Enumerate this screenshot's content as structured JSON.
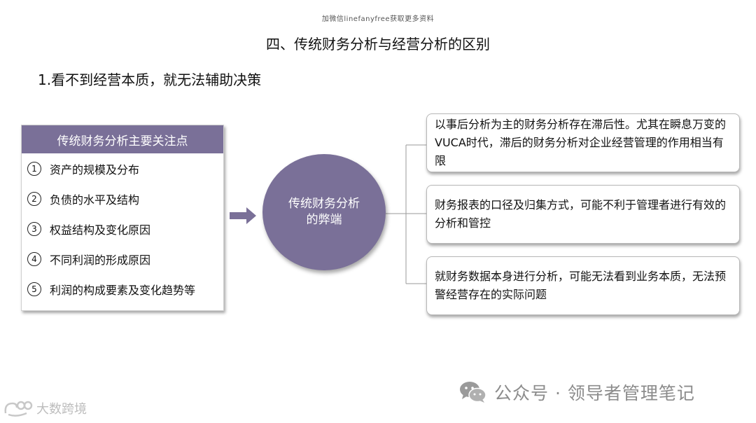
{
  "top_note": "加微信linefanyfree获取更多资料",
  "title": "四、传统财务分析与经营分析的区别",
  "subtitle": "1.看不到经营本质，就无法辅助决策",
  "list": {
    "header": "传统财务分析主要关注点",
    "items": [
      {
        "num": "1",
        "text": "资产的规模及分布"
      },
      {
        "num": "2",
        "text": "负债的水平及结构"
      },
      {
        "num": "3",
        "text": "权益结构及变化原因"
      },
      {
        "num": "4",
        "text": "不同利润的形成原因"
      },
      {
        "num": "5",
        "text": "利润的构成要素及变化趋势等"
      }
    ]
  },
  "circle": {
    "line1": "传统财务分析",
    "line2": "的弊端"
  },
  "boxes": [
    {
      "text": "以事后分析为主的财务分析存在滞后性。尤其在瞬息万变的VUCA时代，滞后的财务分析对企业经营管理的作用相当有限"
    },
    {
      "text": "财务报表的口径及归集方式，可能不利于管理者进行有效的分析和管控"
    },
    {
      "text": "就财务数据本身进行分析，可能无法看到业务本质，无法预警经营存在的实际问题"
    }
  ],
  "watermark_right": "公众号 · 领导者管理笔记",
  "watermark_left": "大数跨境",
  "colors": {
    "accent": "#7a7098",
    "arrow": "#7a7098",
    "watermark": "#8c8c8c"
  },
  "icons": {
    "arrow": "right-arrow-icon",
    "wechat": "wechat-icon",
    "logo": "brand-logo-icon"
  }
}
